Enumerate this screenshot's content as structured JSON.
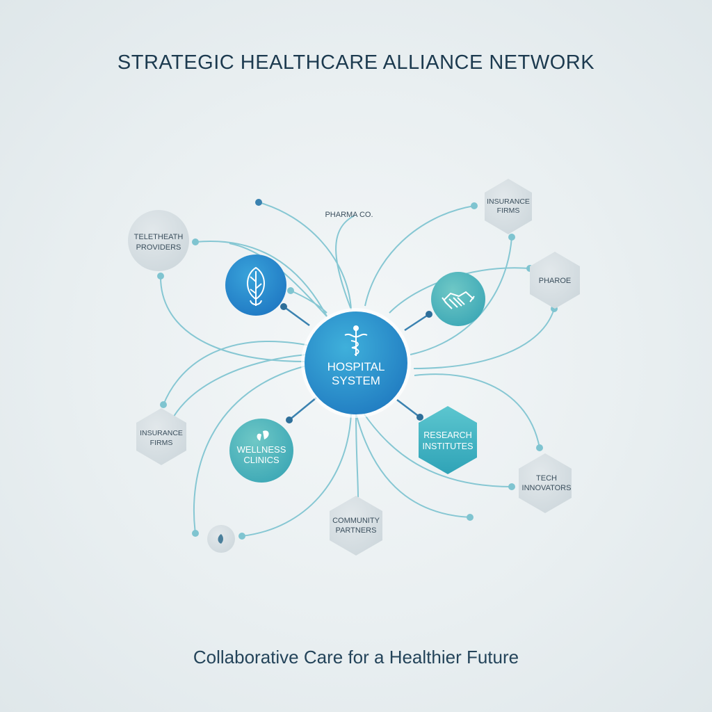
{
  "title": "STRATEGIC HEALTHCARE ALLIANCE NETWORK",
  "tagline": "Collaborative Care for a Healthier Future",
  "colors": {
    "primary_blue": "#2a8fc8",
    "teal": "#4bb7bd",
    "line": "#7fc4d0",
    "grey_node": "#d4dde1",
    "text_dark": "#1c3a4f"
  },
  "center": {
    "label_line1": "HOSPITAL",
    "label_line2": "SYSTEM",
    "icon": "caduceus-icon"
  },
  "nodes": {
    "pharma_co": "PHARMA CO.",
    "telehealth": [
      "TELETHEATH",
      "PROVIDERS"
    ],
    "insurance_top": [
      "INSURANCE",
      "FIRMS"
    ],
    "pharoe": "PHAROE",
    "insurance_left": [
      "INSURANCE",
      "FIRMS"
    ],
    "wellness": [
      "WELLNESS",
      "CLINICS"
    ],
    "research": [
      "RESEARCH",
      "INSTITUTES"
    ],
    "tech": [
      "TECH",
      "INNOVATORS"
    ],
    "community": [
      "COMMUNITY",
      "PARTNERS"
    ]
  },
  "icons": {
    "leaf_node": "leaf-icon",
    "handshake_node": "handshake-icon",
    "small_node": "small-leaf-icon",
    "wellness_node": "leaves-icon"
  }
}
